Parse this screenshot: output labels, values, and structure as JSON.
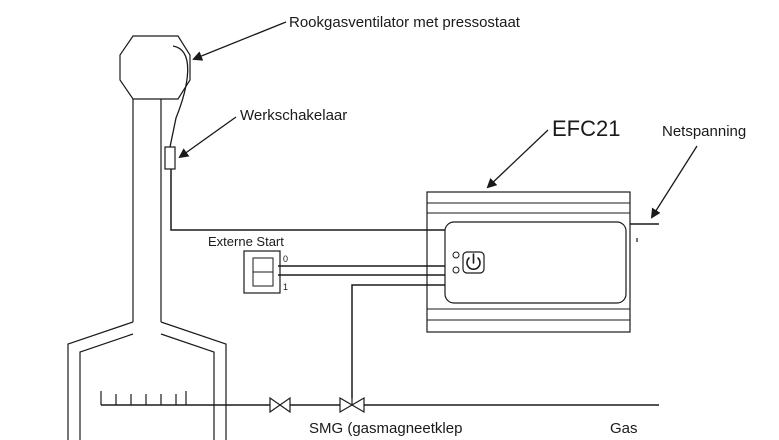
{
  "labels": {
    "fan": "Rookgasventilator met pressostaat",
    "work_switch": "Werkschakelaar",
    "controller": "EFC21",
    "mains": "Netspanning",
    "external_start": "Externe Start",
    "switch_off": "0",
    "switch_on": "1",
    "gas_valve": "SMG (gasmagneetklep",
    "gas": "Gas"
  },
  "icons": {
    "power": "power-icon"
  },
  "colors": {
    "line": "#1a1a1a",
    "panel_fill": "#ffffff"
  }
}
